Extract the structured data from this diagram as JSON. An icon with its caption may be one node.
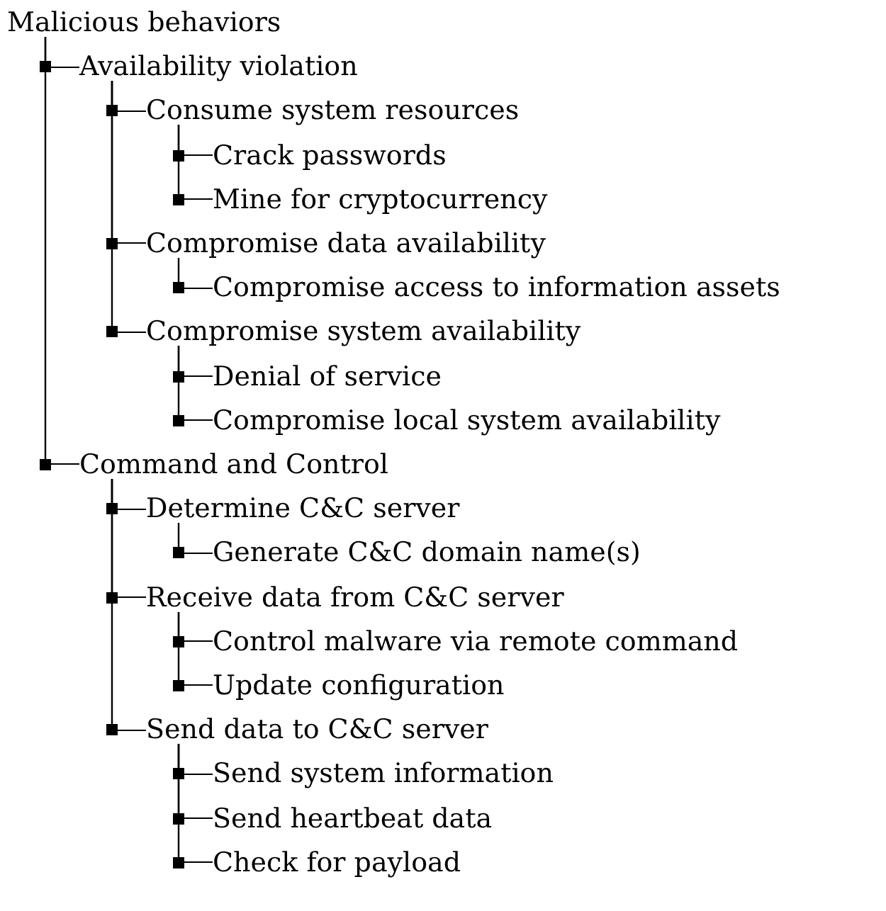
{
  "diagram": {
    "nodes": [
      {
        "text": [
          "Malicious behaviors"
        ]
      },
      {
        "text": [
          "Availability violation"
        ]
      },
      {
        "text": [
          "Consume system resources"
        ]
      },
      {
        "text": [
          "Crack passwords"
        ]
      },
      {
        "text": [
          "Mine for cryptocurrency"
        ]
      },
      {
        "text": [
          "Compromise data availability"
        ]
      },
      {
        "text": [
          "Compromise access to information assets"
        ]
      },
      {
        "text": [
          "Compromise system availability"
        ]
      },
      {
        "text": [
          "Denial of service"
        ]
      },
      {
        "text": [
          "Compromise local system availability"
        ]
      },
      {
        "text": [
          "Command and Control"
        ]
      },
      {
        "text": [
          "Determine C&C server"
        ]
      },
      {
        "text": [
          "Generate C&C domain name(s)"
        ]
      },
      {
        "text": [
          "Receive data from C&C server"
        ]
      },
      {
        "text": [
          "Control malware via remote command"
        ]
      },
      {
        "text": [
          "Update configuration"
        ]
      },
      {
        "text": [
          "Send data to C&C server"
        ]
      },
      {
        "text": [
          "Send system information"
        ]
      },
      {
        "text": [
          "Send heartbeat data"
        ]
      },
      {
        "text": [
          "Check for payload"
        ]
      }
    ],
    "edges": [
      {
        "from": 0,
        "to": 1,
        "arrow": "other"
      },
      {
        "from": 1,
        "to": 2,
        "arrow": "other"
      },
      {
        "from": 2,
        "to": 3,
        "arrow": "other"
      },
      {
        "from": 2,
        "to": 4,
        "arrow": "other"
      },
      {
        "from": 1,
        "to": 5,
        "arrow": "other"
      },
      {
        "from": 5,
        "to": 6,
        "arrow": "other"
      },
      {
        "from": 1,
        "to": 7,
        "arrow": "other"
      },
      {
        "from": 7,
        "to": 8,
        "arrow": "other"
      },
      {
        "from": 7,
        "to": 9,
        "arrow": "other"
      },
      {
        "from": 0,
        "to": 10,
        "arrow": "other"
      },
      {
        "from": 10,
        "to": 11,
        "arrow": "other"
      },
      {
        "from": 11,
        "to": 12,
        "arrow": "other"
      },
      {
        "from": 10,
        "to": 13,
        "arrow": "other"
      },
      {
        "from": 13,
        "to": 14,
        "arrow": "other"
      },
      {
        "from": 13,
        "to": 15,
        "arrow": "other"
      },
      {
        "from": 10,
        "to": 16,
        "arrow": "other"
      },
      {
        "from": 16,
        "to": 17,
        "arrow": "other"
      },
      {
        "from": 16,
        "to": 18,
        "arrow": "other"
      },
      {
        "from": 16,
        "to": 19,
        "arrow": "other"
      }
    ]
  }
}
